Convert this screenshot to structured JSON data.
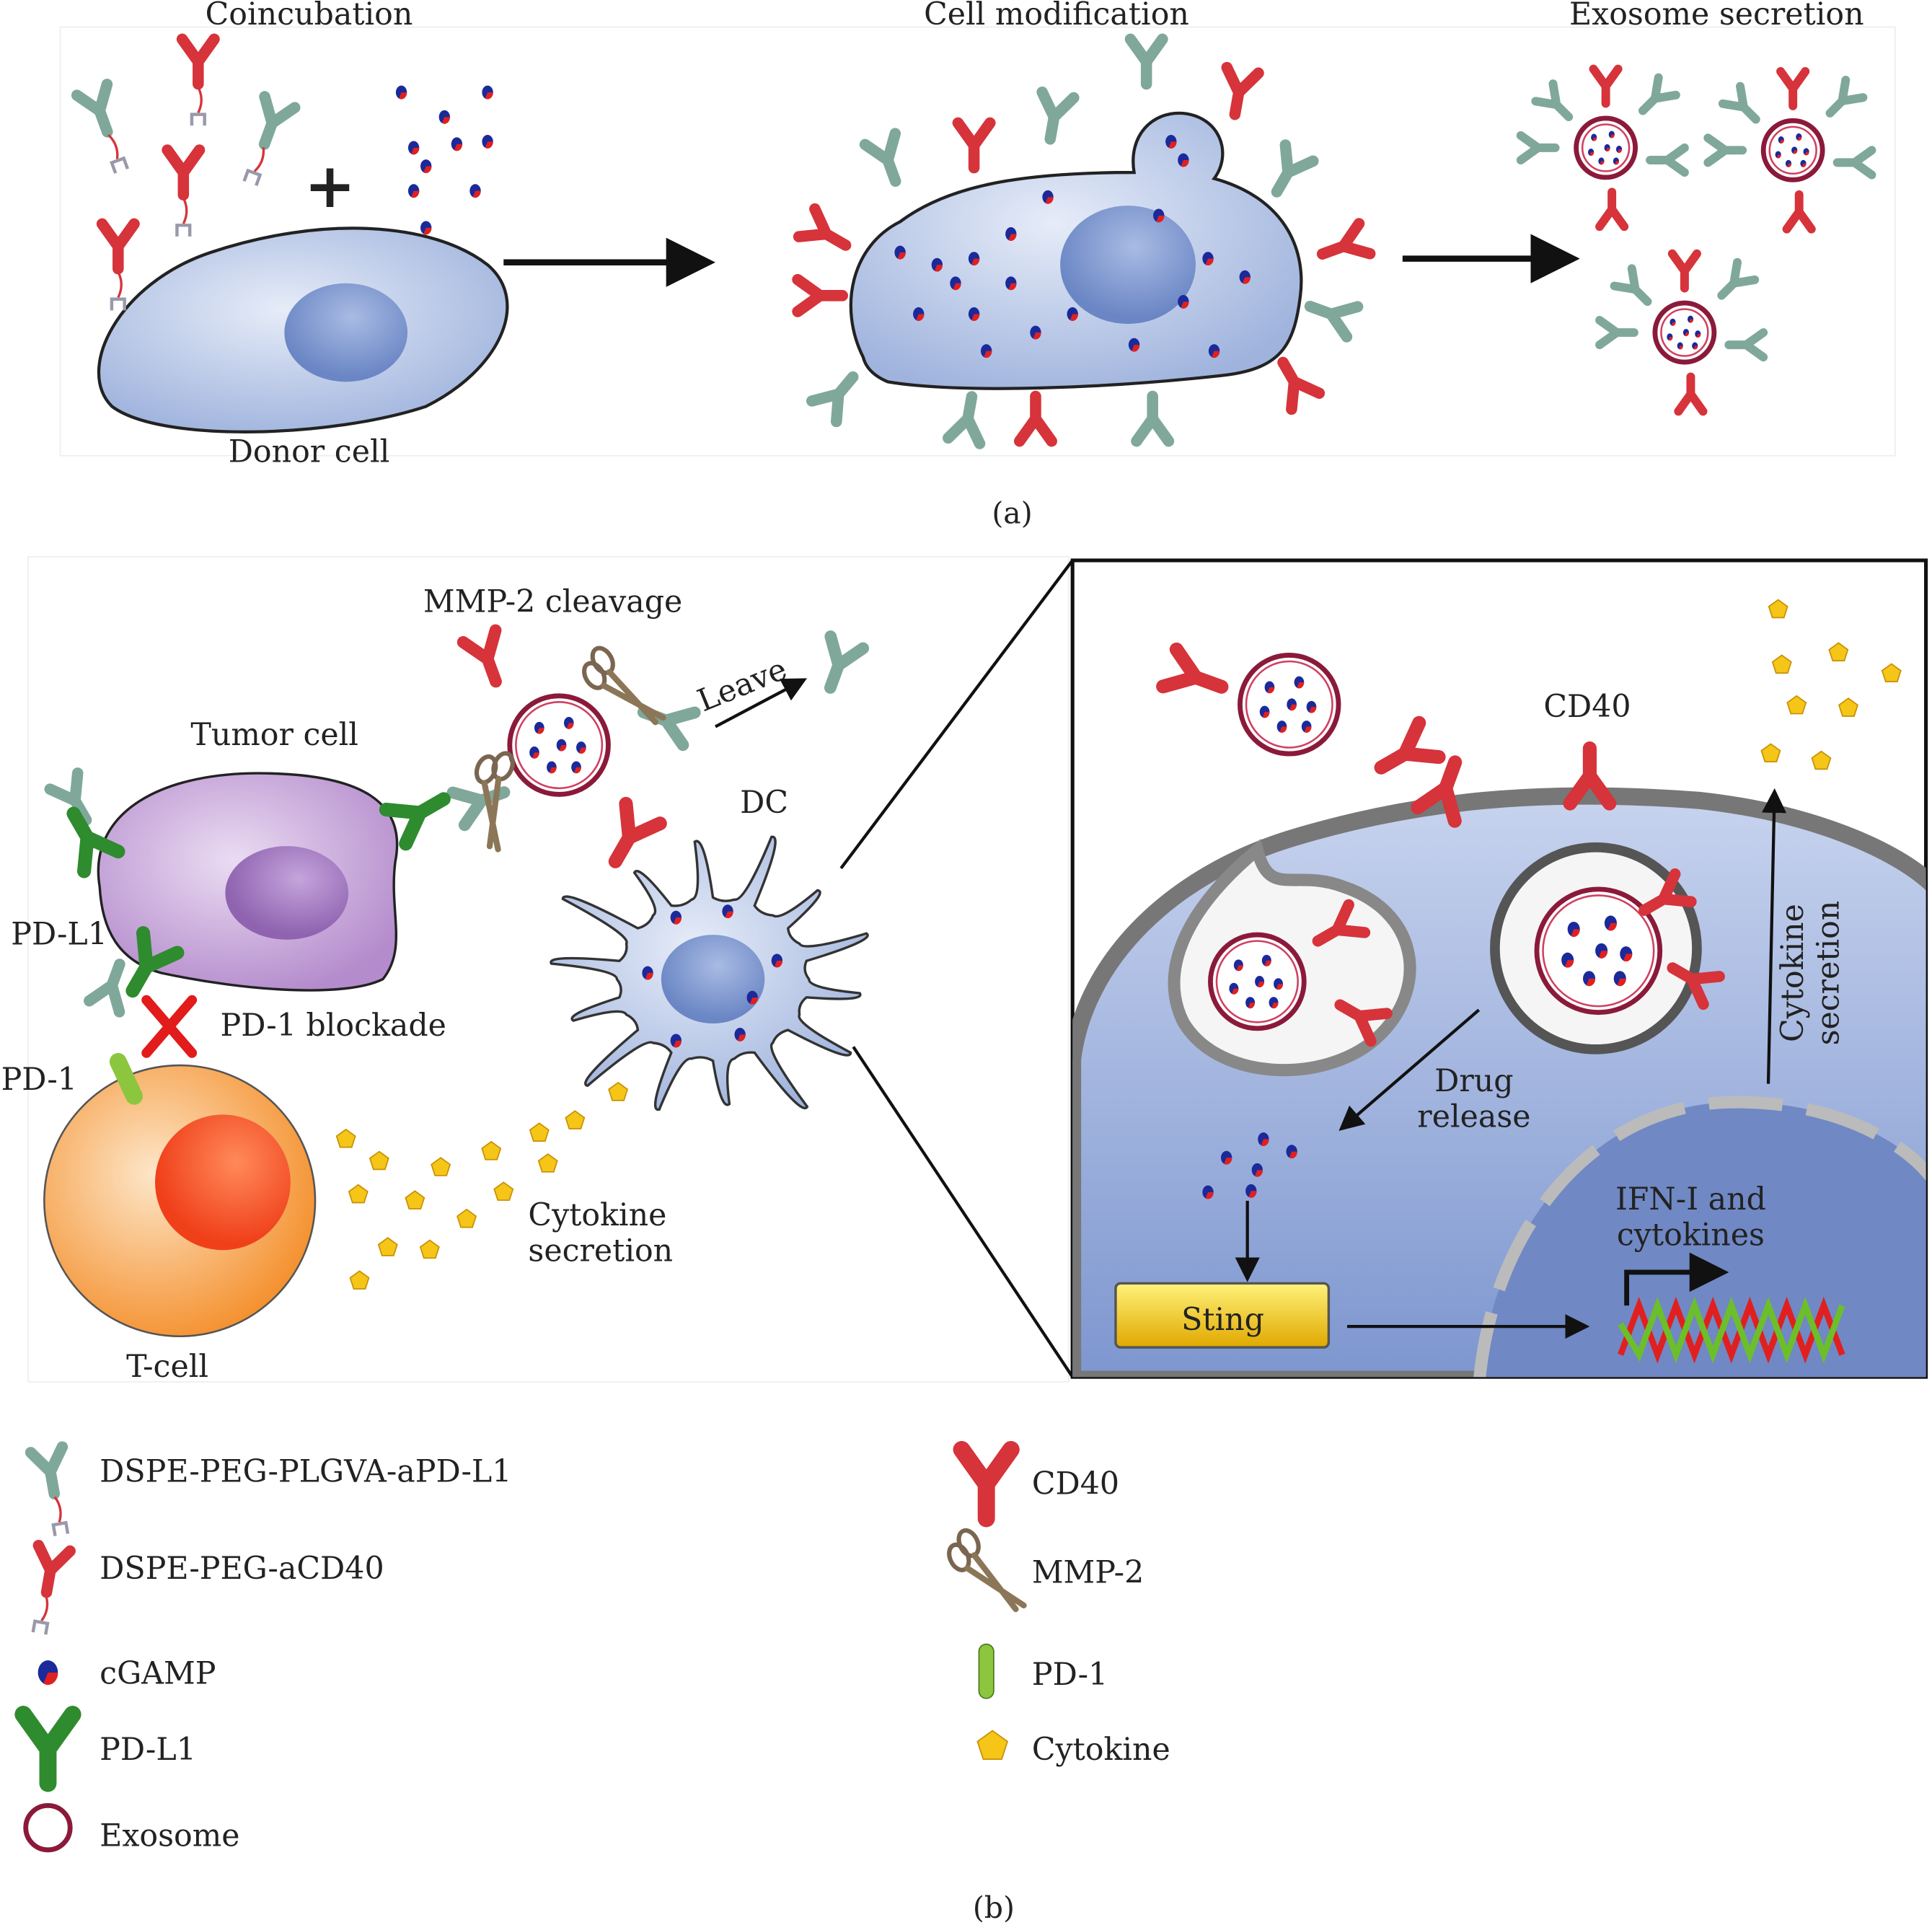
{
  "panel_a": {
    "step_labels": [
      "Coincubation",
      "Cell modification",
      "Exosome secretion"
    ],
    "plus": "+",
    "donor_cell": "Donor cell",
    "caption": "(a)"
  },
  "panel_b": {
    "mmp2_cleavage": "MMP-2 cleavage",
    "leave": "Leave",
    "tumor_cell": "Tumor cell",
    "dc": "DC",
    "pd_l1": "PD-L1",
    "pd1_blockade": "PD-1 blockade",
    "pd1": "PD-1",
    "t_cell": "T-cell",
    "cytokine_secretion": [
      "Cytokine",
      "secretion"
    ],
    "inset": {
      "cd40": "CD40",
      "drug_release": [
        "Drug",
        "release"
      ],
      "cytokine_secretion": [
        "Cytokine",
        "secretion"
      ],
      "ifn": [
        "IFN-I and",
        "cytokines"
      ],
      "sting": "Sting"
    },
    "caption": "(b)"
  },
  "legend": {
    "left": [
      {
        "icon": "antibody-apdl1-icon",
        "label": "DSPE-PEG-PLGVA-aPD-L1"
      },
      {
        "icon": "antibody-acd40-icon",
        "label": "DSPE-PEG-aCD40"
      },
      {
        "icon": "cgamp-icon",
        "label": "cGAMP"
      },
      {
        "icon": "pd-l1-icon",
        "label": "PD-L1"
      },
      {
        "icon": "exosome-icon",
        "label": "Exosome"
      }
    ],
    "right": [
      {
        "icon": "cd40-icon",
        "label": "CD40"
      },
      {
        "icon": "scissors-icon",
        "label": "MMP-2"
      },
      {
        "icon": "pd-1-icon",
        "label": "PD-1"
      },
      {
        "icon": "cytokine-icon",
        "label": "Cytokine"
      }
    ]
  },
  "colors": {
    "apdl1": "#7fa89a",
    "acd40": "#d6333a",
    "pdl1": "#2e8b2e",
    "pd1": "#8cc63f",
    "exosome": "#8b1a3a",
    "cell_blue": "#b9c8e8",
    "nucleus_blue": "#7f9ad0",
    "tumor_purple": "#c9a8d8",
    "tcell_orange": "#f7a24a",
    "cytokine": "#f5c518",
    "sting": "#f2c200"
  }
}
